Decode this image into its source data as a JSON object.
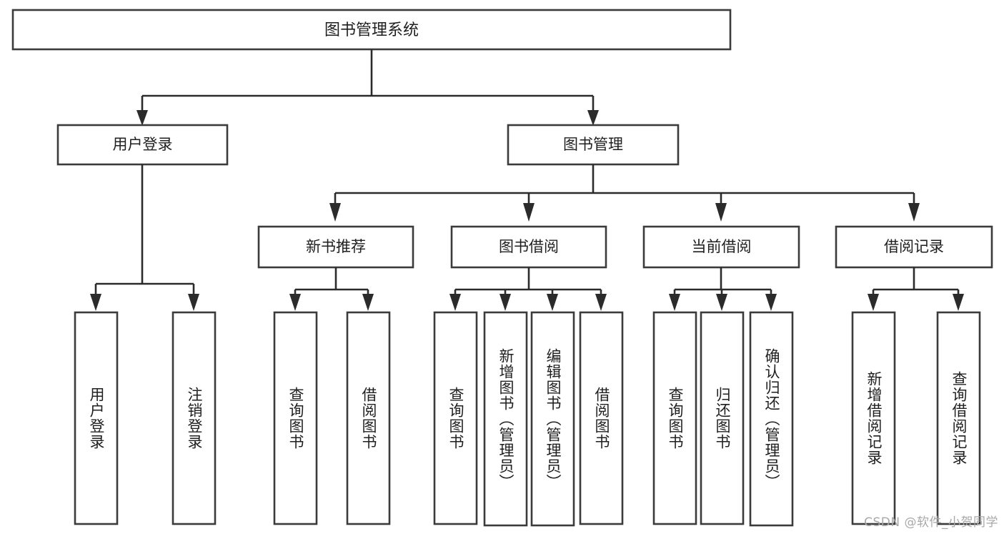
{
  "diagram": {
    "title": "图书管理系统",
    "type": "tree-hierarchy",
    "watermark": "CSDN @软件_小贺同学",
    "colors": {
      "box_stroke": "#3b3b3b",
      "connector": "#2b2b2b",
      "box_fill": "#ffffff",
      "text": "#1f1f1f",
      "watermark": "#a8a8a8",
      "background": "#ffffff"
    },
    "root": {
      "label": "图书管理系统"
    },
    "level2": [
      {
        "id": "user-login",
        "label": "用户登录"
      },
      {
        "id": "book-manage",
        "label": "图书管理"
      }
    ],
    "level3": [
      {
        "id": "new-book-recommend",
        "label": "新书推荐",
        "parent": "book-manage"
      },
      {
        "id": "book-borrow",
        "label": "图书借阅",
        "parent": "book-manage"
      },
      {
        "id": "current-borrow",
        "label": "当前借阅",
        "parent": "book-manage"
      },
      {
        "id": "borrow-record",
        "label": "借阅记录",
        "parent": "book-manage"
      }
    ],
    "leaves": {
      "user-login": [
        {
          "id": "leaf-user-login",
          "label": "用户登录"
        },
        {
          "id": "leaf-user-logout",
          "label": "注销登录"
        }
      ],
      "new-book-recommend": [
        {
          "id": "leaf-query-book-1",
          "label": "查询图书"
        },
        {
          "id": "leaf-borrow-book-1",
          "label": "借阅图书"
        }
      ],
      "book-borrow": [
        {
          "id": "leaf-query-book-2",
          "label": "查询图书"
        },
        {
          "id": "leaf-add-book",
          "label": "新增图书（管理员）"
        },
        {
          "id": "leaf-edit-book",
          "label": "编辑图书（管理员）"
        },
        {
          "id": "leaf-borrow-book-2",
          "label": "借阅图书"
        }
      ],
      "current-borrow": [
        {
          "id": "leaf-query-book-3",
          "label": "查询图书"
        },
        {
          "id": "leaf-return-book",
          "label": "归还图书"
        },
        {
          "id": "leaf-confirm-return",
          "label": "确认归还（管理员）"
        }
      ],
      "borrow-record": [
        {
          "id": "leaf-add-record",
          "label": "新增借阅记录"
        },
        {
          "id": "leaf-query-record",
          "label": "查询借阅记录"
        }
      ]
    }
  }
}
